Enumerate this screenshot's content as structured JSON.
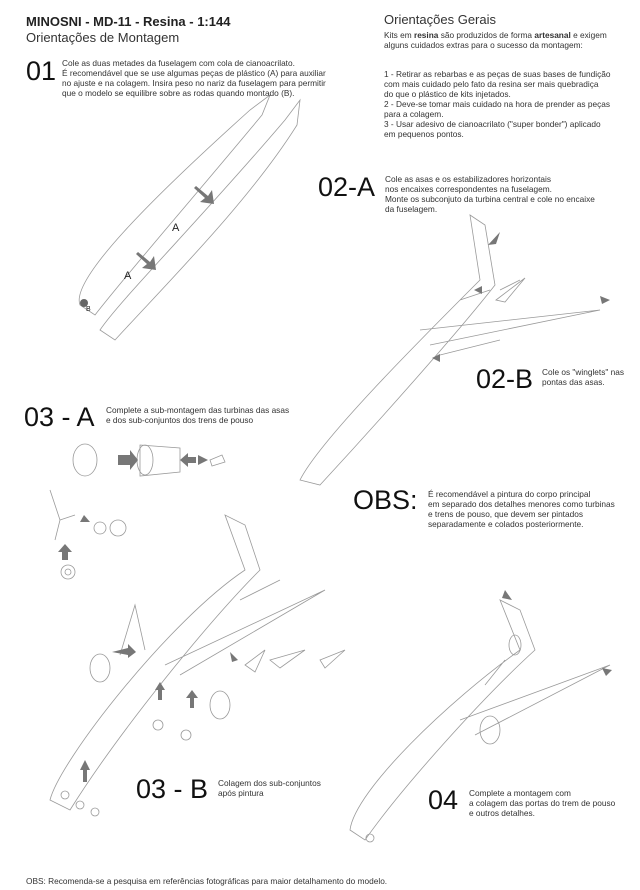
{
  "header": {
    "title": "MINOSNI - MD-11 - Resina - 1:144",
    "subtitle": "Orientações de Montagem"
  },
  "general": {
    "title": "Orientações Gerais",
    "intro_prefix": "Kits em ",
    "intro_bold1": "resina",
    "intro_mid": " são produzidos de forma ",
    "intro_bold2": "artesanal",
    "intro_suffix": " e exigem alguns cuidados extras para o sucesso da montagem:",
    "items": [
      "1 - Retirar as rebarbas e as peças de suas bases de fundição\n     com mais cuidado pelo fato da resina ser mais quebradiça\n     do que o plástico de kits injetados.",
      "2 - Deve-se tomar mais cuidado na hora de prender as peças\n     para a colagem.",
      "3 - Usar adesivo de cianoacrilato (\"super bonder\") aplicado\n     em pequenos pontos."
    ]
  },
  "steps": [
    {
      "number": "01",
      "text": "Cole as duas metades da fuselagem com cola de cianoacrilato.\nÉ recomendável que se use algumas peças de plástico (A) para auxiliar\nno ajuste e na colagem. Insira peso no nariz da fuselagem para permitir\nque o modelo se equilibre sobre as rodas quando montado (B).",
      "labels": [
        "A",
        "A",
        "B"
      ]
    },
    {
      "number": "02-A",
      "text": "Cole as asas e os estabilizadores horizontais\nnos encaixes correspondentes na fuselagem.\nMonte os subconjuto da turbina central e cole no encaixe\nda fuselagem."
    },
    {
      "number": "02-B",
      "text": "Cole os \"winglets\" nas\npontas das asas."
    },
    {
      "number": "03 - A",
      "text": "Complete a sub-montagem das turbinas das asas\ne dos sub-conjuntos dos trens de pouso"
    },
    {
      "number": "OBS:",
      "text": "É recomendável a pintura do corpo principal\nem separado dos detalhes menores como turbinas\ne trens de pouso, que devem ser pintados\nseparadamente e colados posteriormente."
    },
    {
      "number": "03 - B",
      "text": "Colagem dos sub-conjuntos\napós pintura"
    },
    {
      "number": "04",
      "text": "Complete a montagem com\na colagem das portas do trem de pouso\ne outros detalhes."
    }
  ],
  "footer": "OBS: Recomenda-se a pesquisa em referências fotográficas para maior detalhamento do modelo.",
  "colors": {
    "arrow": "#777777",
    "line": "#999999"
  }
}
